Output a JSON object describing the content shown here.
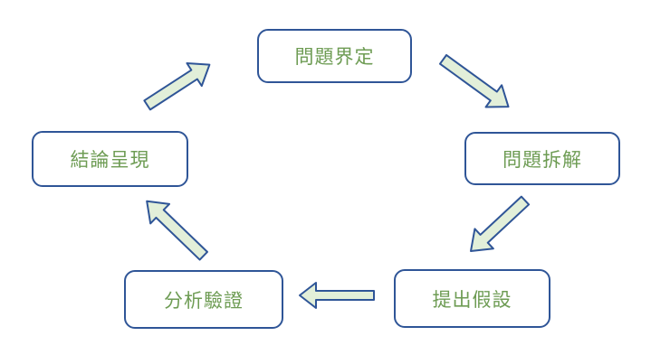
{
  "diagram": {
    "type": "cycle",
    "nodes": [
      {
        "id": "problem-definition",
        "label": "問題界定"
      },
      {
        "id": "problem-breakdown",
        "label": "問題拆解"
      },
      {
        "id": "hypothesis-proposal",
        "label": "提出假設"
      },
      {
        "id": "analysis-verification",
        "label": "分析驗證"
      },
      {
        "id": "conclusion-presentation",
        "label": "結論呈現"
      }
    ],
    "flow": [
      {
        "from": "問題界定",
        "to": "問題拆解"
      },
      {
        "from": "問題拆解",
        "to": "提出假設"
      },
      {
        "from": "提出假設",
        "to": "分析驗證"
      },
      {
        "from": "分析驗證",
        "to": "結論呈現"
      },
      {
        "from": "結論呈現",
        "to": "問題界定"
      }
    ]
  },
  "colors": {
    "background": "#FFFFFF",
    "box_fill": "#FFFFFF",
    "box_border": "#2F5597",
    "text_green": "#6E9C54",
    "arrow_fill": "#E2EFD9",
    "arrow_border": "#2F5597"
  }
}
